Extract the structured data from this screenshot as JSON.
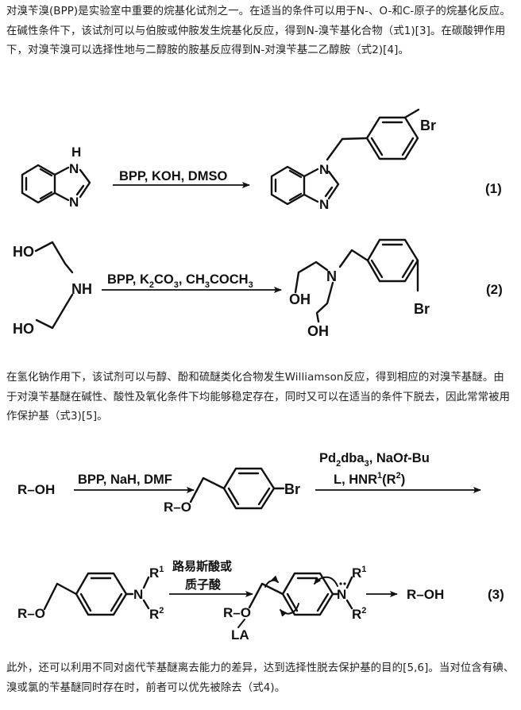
{
  "paragraphs": {
    "p1": "对溴苄溴(BPP)是实验室中重要的烷基化试剂之一。在适当的条件可以用于N-、O-和C-原子的烷基化反应。在碱性条件下，该试剂可以与伯胺或仲胺发生烷基化反应，得到N-溴苄基化合物（式1)[3]。在碳酸钾作用下，对溴苄溴可以选择性地与二醇胺的胺基反应得到N-对溴苄基二乙醇胺（式2)[4]。",
    "p2": "在氢化钠作用下，该试剂可以与醇、酚和硫醚类化合物发生Williamson反应，得到相应的对溴苄基醚。由于对溴苄基醚在碱性、酸性及氧化条件下均能够稳定存在，同时又可以在适当的条件下脱去，因此常常被用作保护基（式3)[5]。",
    "p3": "此外，还可以利用不同对卤代苄基醚离去能力的差异，达到选择性脱去保护基的目的[5,6]。当对位含有碘、溴或氯的苄基醚同时存在时，前者可以优先被除去（式4)。"
  },
  "scheme1": {
    "reagents": "BPP, KOH, DMSO",
    "label": "(1)",
    "atoms": {
      "H": "H",
      "N1": "N",
      "N2": "N",
      "N3": "N",
      "N4": "N",
      "Br": "Br"
    }
  },
  "scheme2": {
    "reagent_a": "BPP, K",
    "reagent_a_sub": "2",
    "reagent_b": "CO",
    "reagent_b_sub": "3",
    "reagent_c": ", CH",
    "reagent_c_sub": "3",
    "reagent_d": "COCH",
    "reagent_d_sub": "3",
    "label": "(2)",
    "atoms": {
      "HO1": "HO",
      "NH": "NH",
      "HO2": "HO",
      "OH1": "OH",
      "N": "N",
      "OH2": "OH",
      "Br": "Br"
    }
  },
  "scheme3": {
    "reagents1": "BPP, NaH, DMF",
    "reagents2_a": "Pd",
    "reagents2_a_sub": "2",
    "reagents2_b": "dba",
    "reagents2_b_sub": "3",
    "reagents2_c": ", NaO",
    "reagents2_d": "t",
    "reagents2_e": "-Bu",
    "reagents3_a": "L",
    "reagents3_b": ", HNR",
    "reagents3_sup1": "1",
    "reagents3_c": "(R",
    "reagents3_sup2": "2",
    "reagents3_d": ")",
    "reagents4_line1": "路易斯酸或",
    "reagents4_line2": "质子酸",
    "label": "(3)",
    "atoms": {
      "ROH": "R–OH",
      "RO": "R–O",
      "Br": "Br",
      "RO2": "R–O",
      "N1": "N",
      "R1a": "R",
      "R1a_sup": "1",
      "R2a": "R",
      "R2a_sup": "2",
      "RO3": "R–O",
      "LA": "LA",
      "N2": "N",
      "R1b": "R",
      "R1b_sup": "1",
      "R2b": "R",
      "R2b_sup": "2",
      "ROH2": "R–OH"
    }
  }
}
